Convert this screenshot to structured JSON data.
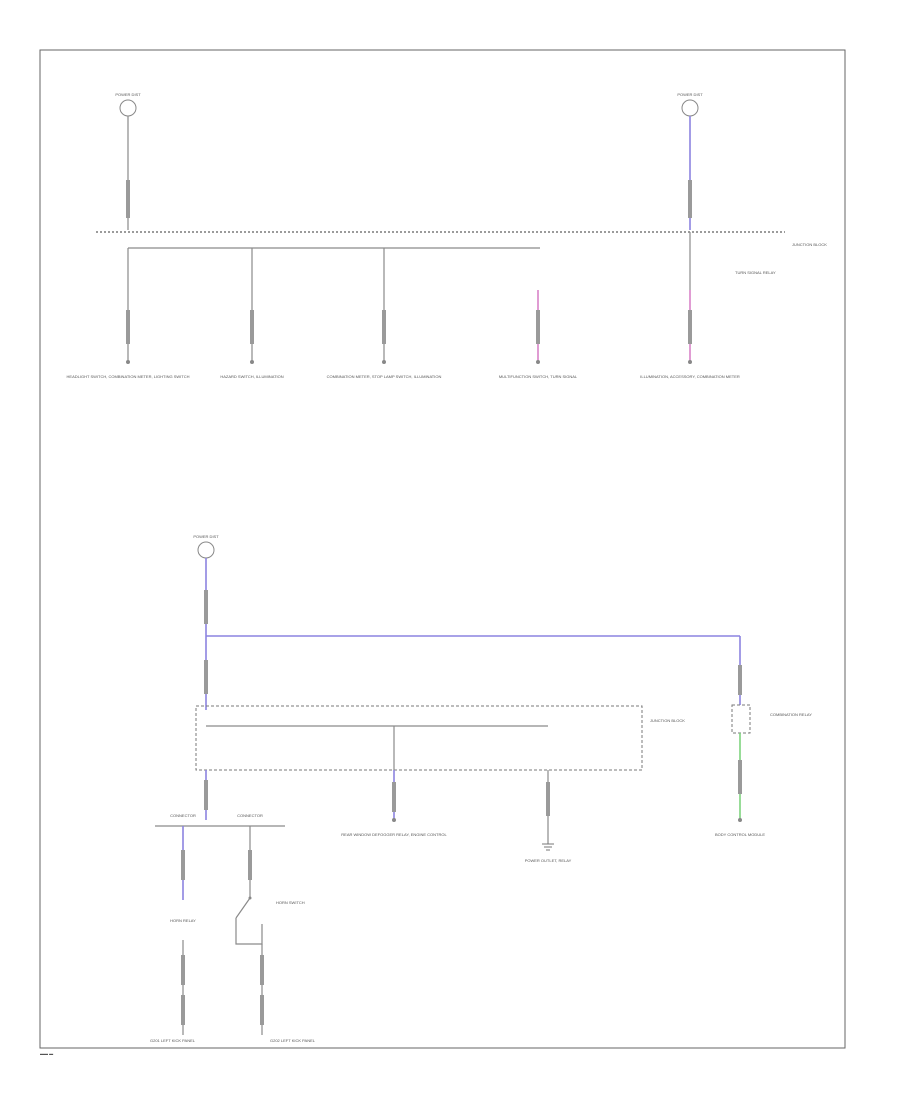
{
  "diagram": {
    "page_number": "▬▬ ▬",
    "labels": {
      "power_source_1": "POWER DIST",
      "power_source_2": "POWER DIST",
      "power_source_3": "POWER DIST",
      "junction_block_top": "JUNCTION BLOCK",
      "junction_block_mid": "JUNCTION BLOCK",
      "dash_relay_top": "TURN SIGNAL RELAY",
      "relay_right": "COMBINATION RELAY",
      "load_1": "HEADLIGHT SWITCH, COMBINATION METER, LIGHTING SWITCH",
      "load_2": "HAZARD SWITCH, ILLUMINATION",
      "load_3": "COMBINATION METER, STOP LAMP SWITCH, ILLUMINATION",
      "load_4": "MULTIFUNCTION SWITCH, TURN SIGNAL",
      "load_5": "ILLUMINATION, ACCESSORY, COMBINATION METER",
      "load_6": "REAR WINDOW DEFOGGER RELAY, ENGINE CONTROL",
      "load_7": "POWER OUTLET, RELAY",
      "load_8": "BODY CONTROL MODULE",
      "splice_left": "CONNECTOR",
      "splice_right": "CONNECTOR",
      "component_left": "HORN RELAY",
      "switch_label": "HORN SWITCH",
      "ground_1": "G201 LEFT KICK PANEL",
      "ground_2": "G202 LEFT KICK PANEL"
    }
  }
}
